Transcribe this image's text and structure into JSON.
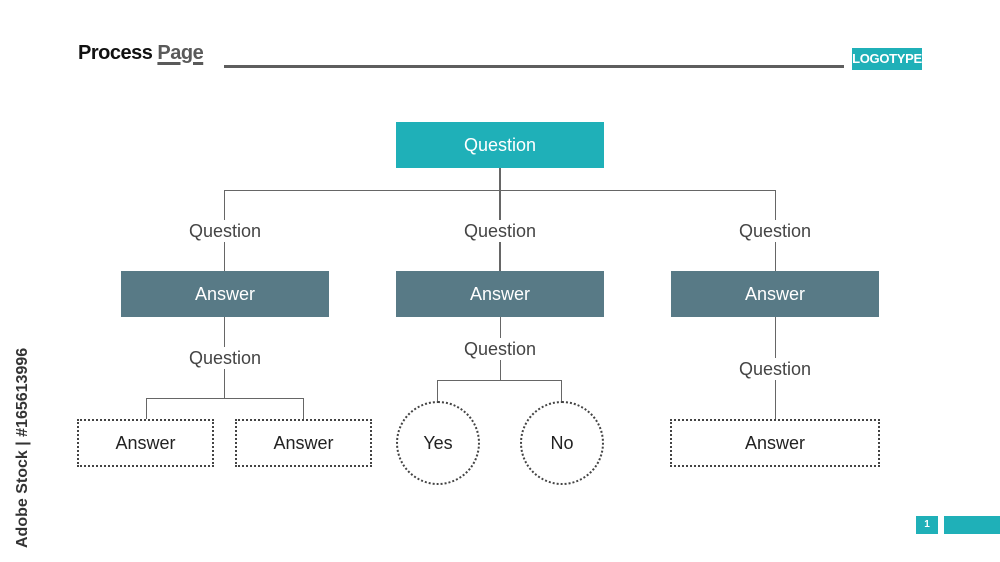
{
  "header": {
    "title_part1": "Process",
    "title_part2": "Page",
    "logo": "LOGOTYPE"
  },
  "side_mark": "Adobe Stock | #165613996",
  "diagram": {
    "root": "Question",
    "branch_labels": [
      "Question",
      "Question",
      "Question"
    ],
    "answers": [
      "Answer",
      "Answer",
      "Answer"
    ],
    "sub_labels": [
      "Question",
      "Question",
      "Question"
    ],
    "leaves_left": [
      "Answer",
      "Answer"
    ],
    "leaves_middle": [
      "Yes",
      "No"
    ],
    "leaf_right": "Answer"
  },
  "footer": {
    "page_number": "1"
  },
  "colors": {
    "accent": "#1fb0b8",
    "slate": "#587a86"
  }
}
